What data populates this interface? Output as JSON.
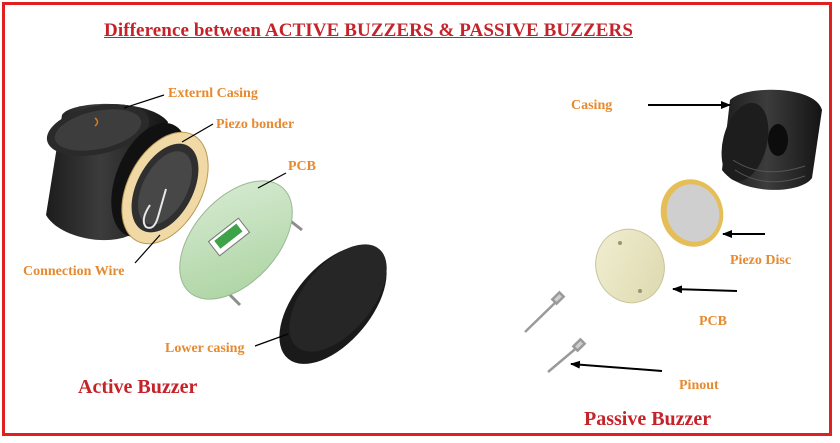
{
  "title": "Difference between ACTIVE BUZZERS & PASSIVE BUZZERS",
  "active": {
    "caption": "Active Buzzer",
    "labels": {
      "external_casing": "Externl Casing",
      "piezo_bonder": "Piezo bonder",
      "pcb": "PCB",
      "connection_wire": "Connection Wire",
      "lower_casing": "Lower casing"
    }
  },
  "passive": {
    "caption": "Passive Buzzer",
    "labels": {
      "casing": "Casing",
      "piezo_disc": "Piezo Disc",
      "pcb": "PCB",
      "pinout": "Pinout"
    }
  },
  "colors": {
    "border": "#e0201f",
    "title": "#c4232a",
    "label": "#e6892f"
  }
}
